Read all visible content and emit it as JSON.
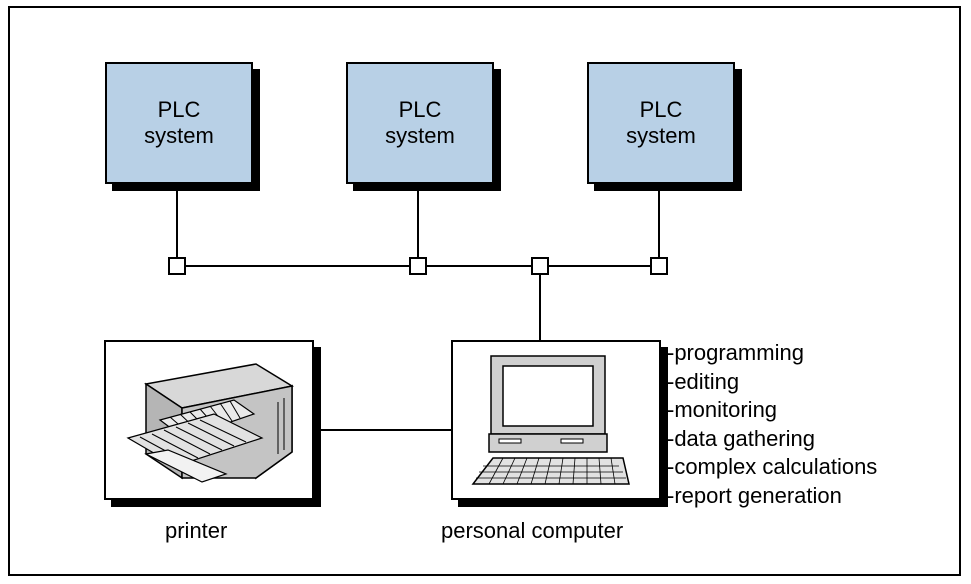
{
  "plc_systems": [
    {
      "line1": "PLC",
      "line2": "system"
    },
    {
      "line1": "PLC",
      "line2": "system"
    },
    {
      "line1": "PLC",
      "line2": "system"
    }
  ],
  "devices": {
    "printer": {
      "label": "printer",
      "icon": "printer-icon"
    },
    "computer": {
      "label": "personal computer",
      "icon": "personal-computer-icon"
    }
  },
  "computer_functions": [
    "-programming",
    "-editing",
    "-monitoring",
    "-data gathering",
    "-complex calculations",
    "-report generation"
  ],
  "colors": {
    "plc_fill": "#b8d0e6",
    "line": "#000000",
    "background": "#ffffff"
  }
}
